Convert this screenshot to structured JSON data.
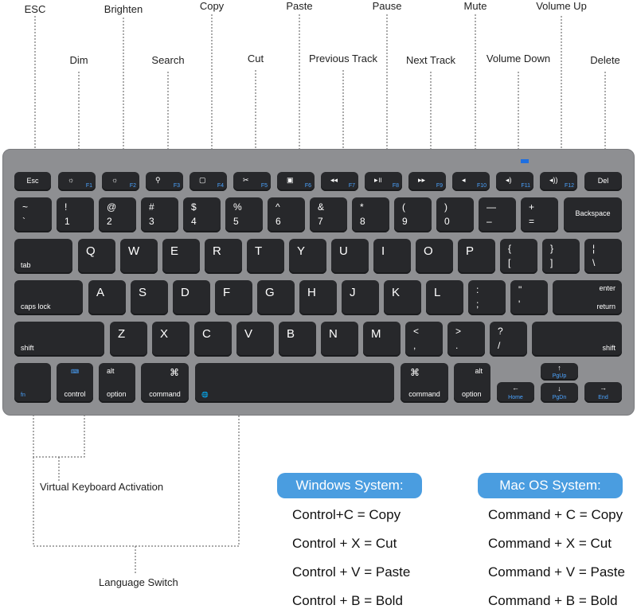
{
  "callouts_top": [
    "ESC",
    "Brighten",
    "Copy",
    "Paste",
    "Pause",
    "Mute",
    "Volume Up"
  ],
  "callouts_mid": [
    "Dim",
    "Search",
    "Cut",
    "Previous Track",
    "Next Track",
    "Volume Down",
    "Delete"
  ],
  "annotations": {
    "virtual_keyboard": "Virtual Keyboard Activation",
    "language_switch": "Language Switch"
  },
  "keys": {
    "esc": "Esc",
    "del": "Del",
    "fn_labels": [
      "F1",
      "F2",
      "F3",
      "F4",
      "F5",
      "F6",
      "F7",
      "F8",
      "F9",
      "F10",
      "F11",
      "F12"
    ],
    "fn_icons": [
      "☼",
      "☼",
      "⚲",
      "▢",
      "✂",
      "▣",
      "◂◂",
      "▸॥",
      "▸▸",
      "◂",
      "◂)",
      "◂))"
    ],
    "num_top": [
      "~",
      "!",
      "@",
      "#",
      "$",
      "%",
      "^",
      "&",
      "*",
      "(",
      ")",
      "—",
      "+"
    ],
    "num_bottom": [
      "`",
      "1",
      "2",
      "3",
      "4",
      "5",
      "6",
      "7",
      "8",
      "9",
      "0",
      "–",
      "="
    ],
    "backspace": "Backspace",
    "tab": "tab",
    "row_q": [
      "Q",
      "W",
      "E",
      "R",
      "T",
      "Y",
      "U",
      "I",
      "O",
      "P"
    ],
    "bracket_top": [
      "{",
      "}",
      "¦"
    ],
    "bracket_bottom": [
      "[",
      "]",
      "\\"
    ],
    "caps": "caps lock",
    "row_a": [
      "A",
      "S",
      "D",
      "F",
      "G",
      "H",
      "J",
      "K",
      "L"
    ],
    "semi_top": [
      ":",
      "\""
    ],
    "semi_bottom": [
      ";",
      "'"
    ],
    "enter": "enter",
    "return": "return",
    "shift": "shift",
    "row_z": [
      "Z",
      "X",
      "C",
      "V",
      "B",
      "N",
      "M"
    ],
    "punct_top": [
      "<",
      ">",
      "?"
    ],
    "punct_bottom": [
      ",",
      ".",
      "/"
    ],
    "fn": "fn",
    "control": "control",
    "alt": "alt",
    "option": "option",
    "cmd_symbol": "⌘",
    "command": "command",
    "globe": "🌐",
    "pgup": "PgUp",
    "pgdn": "PgDn",
    "home": "Home",
    "end": "End",
    "arrow_up": "↑",
    "arrow_down": "↓",
    "arrow_left": "←",
    "arrow_right": "→",
    "keyboard_icon": "⌨"
  },
  "windows": {
    "title": "Windows System:",
    "lines": [
      "Control+C = Copy",
      "Control + X = Cut",
      "Control + V = Paste",
      "Control + B = Bold"
    ]
  },
  "mac": {
    "title": "Mac OS System:",
    "lines": [
      "Command + C = Copy",
      "Command + X = Cut",
      "Command + V = Paste",
      "Command + B = Bold"
    ]
  },
  "colors": {
    "accent": "#4a9de0",
    "key": "#27282b",
    "body": "#8e8f92",
    "fn_label": "#4aa3ff"
  }
}
